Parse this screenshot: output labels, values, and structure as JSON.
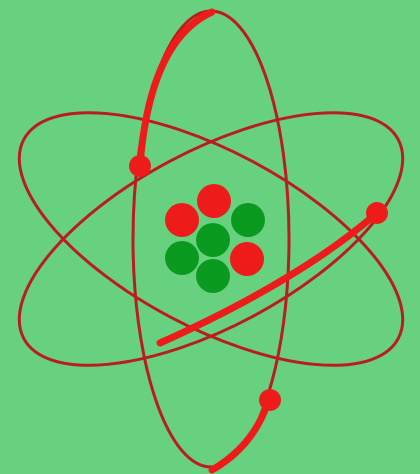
{
  "colors": {
    "background": "#68d17f",
    "orbit": "#b81e1e",
    "electron": "#ee1b1b",
    "proton": "#ee1b1b",
    "neutron": "#0a9a1f"
  },
  "atom": {
    "orbit_count": 3,
    "electron_count": 3,
    "nucleus": {
      "proton_count": 3,
      "neutron_count": 4
    }
  }
}
